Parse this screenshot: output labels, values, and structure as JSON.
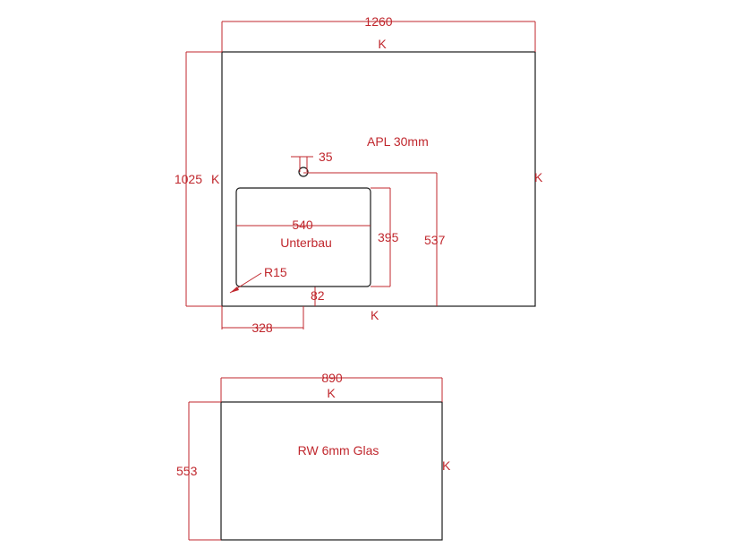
{
  "countertop": {
    "width": "1260",
    "depth": "1025",
    "edge_top": "K",
    "edge_left": "K",
    "edge_right": "K",
    "edge_bottom": "K",
    "material": "APL 30mm",
    "tap_hole_dim": "35",
    "sink_center_depth": "537",
    "sink_offset_left": "328",
    "sink_offset_front": "82"
  },
  "sink": {
    "width": "540",
    "depth": "395",
    "mount": "Unterbau",
    "corner_radius": "R15"
  },
  "backsplash": {
    "width": "890",
    "height": "553",
    "edge_top": "K",
    "edge_right": "K",
    "material": "RW 6mm Glas"
  },
  "colors": {
    "dimension": "#c0272d",
    "outline": "#1a1a1a"
  }
}
